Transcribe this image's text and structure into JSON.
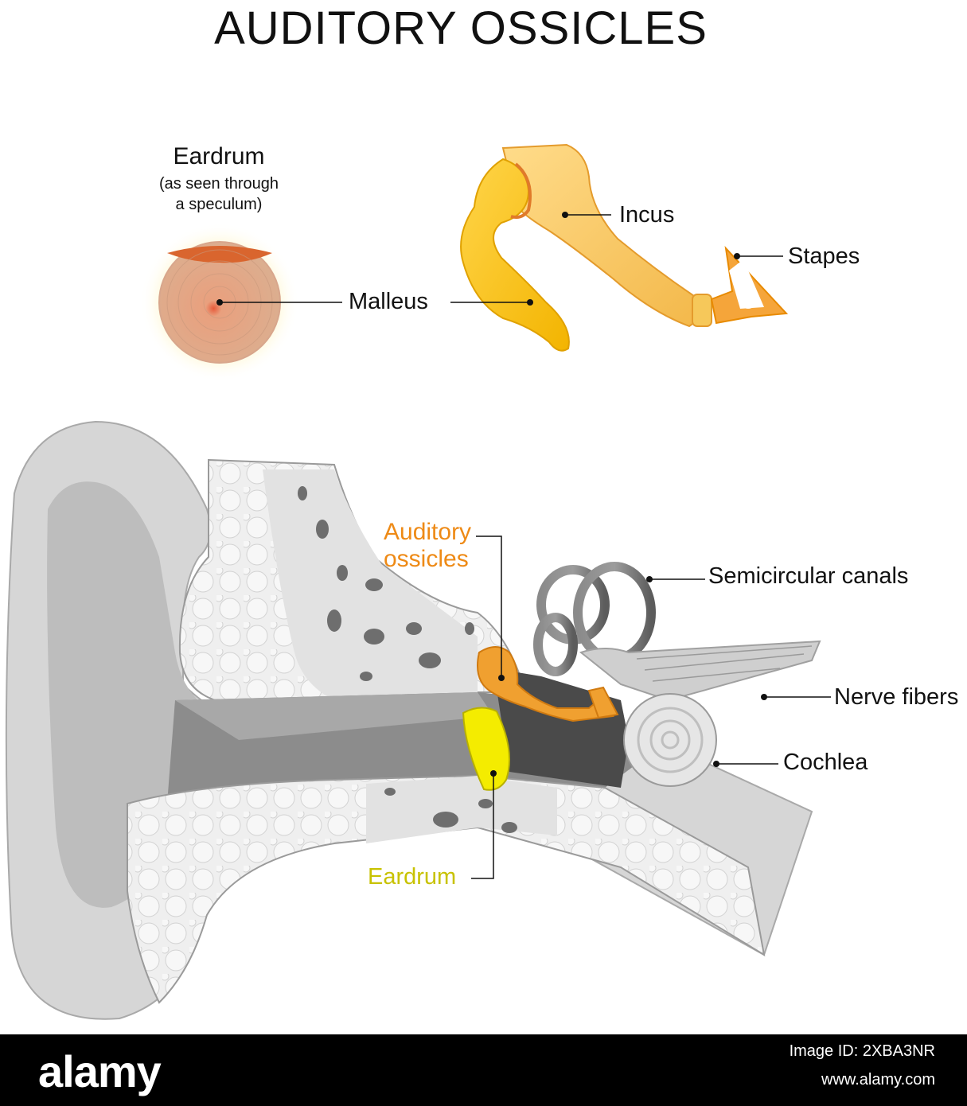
{
  "title": "AUDITORY OSSICLES",
  "inset": {
    "eardrum_title": "Eardrum",
    "eardrum_subtitle_line1": "(as seen through",
    "eardrum_subtitle_line2": "a speculum)",
    "labels": {
      "malleus": "Malleus",
      "incus": "Incus",
      "stapes": "Stapes"
    }
  },
  "ear_section": {
    "labels": {
      "auditory_ossicles_line1": "Auditory",
      "auditory_ossicles_line2": "ossicles",
      "semicircular_canals": "Semicircular canals",
      "nerve_fibers": "Nerve fibers",
      "cochlea": "Cochlea",
      "eardrum": "Eardrum"
    }
  },
  "colors": {
    "ossicles_label": "#ee8a16",
    "eardrum_label": "#c8c200",
    "bone_yellow": "#f6c85a",
    "tissue_gray": "#d9d9d9"
  },
  "footer": {
    "logo": "alamy",
    "image_id": "Image ID: 2XBA3NR",
    "url": "www.alamy.com"
  }
}
